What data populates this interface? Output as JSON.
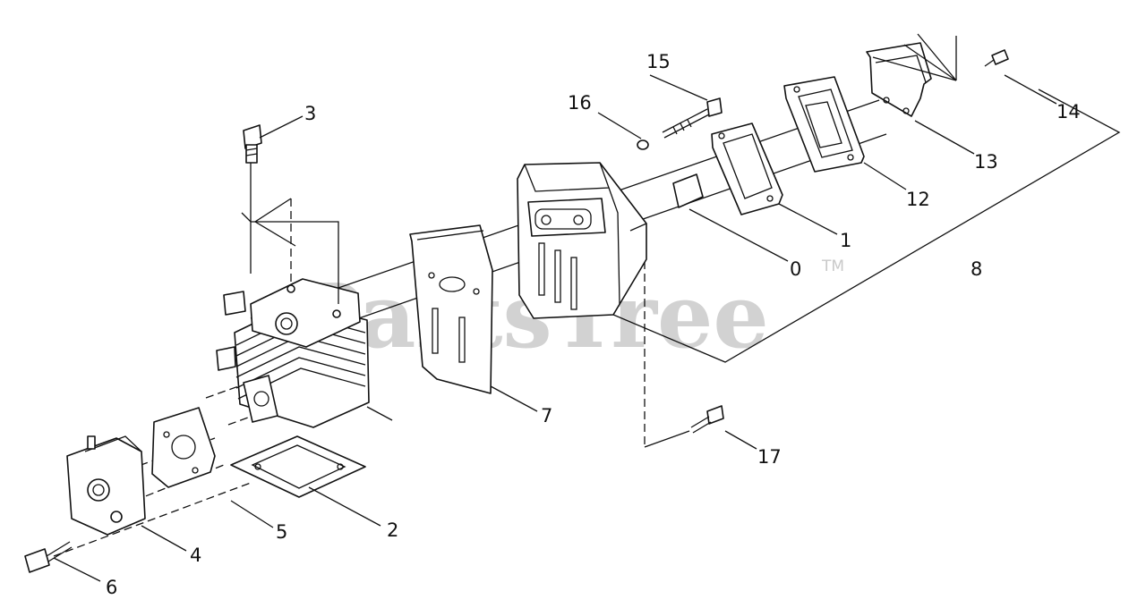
{
  "watermark": {
    "text": "PartsTree",
    "trademark": "TM"
  },
  "callouts": [
    {
      "id": "c0",
      "text": "0"
    },
    {
      "id": "c1",
      "text": "1"
    },
    {
      "id": "c2",
      "text": "2"
    },
    {
      "id": "c3",
      "text": "3"
    },
    {
      "id": "c4",
      "text": "4"
    },
    {
      "id": "c5",
      "text": "5"
    },
    {
      "id": "c6",
      "text": "6"
    },
    {
      "id": "c7",
      "text": "7"
    },
    {
      "id": "c8",
      "text": "8"
    },
    {
      "id": "c12",
      "text": "12"
    },
    {
      "id": "c13",
      "text": "13"
    },
    {
      "id": "c14",
      "text": "14"
    },
    {
      "id": "c15",
      "text": "15"
    },
    {
      "id": "c16",
      "text": "16"
    },
    {
      "id": "c17",
      "text": "17"
    }
  ]
}
